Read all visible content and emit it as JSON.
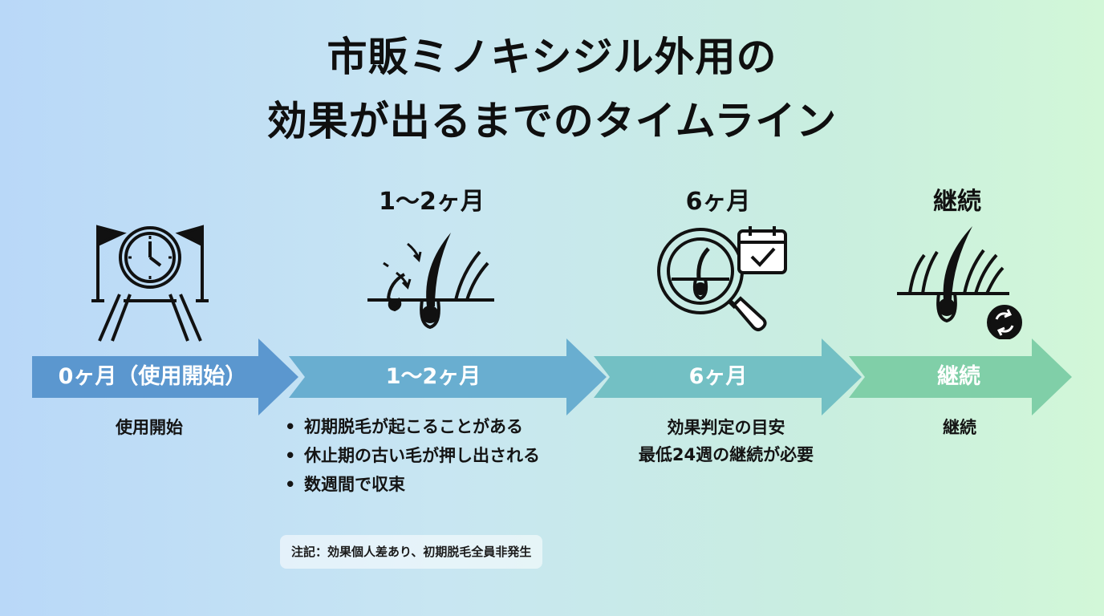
{
  "title": {
    "line1": "市販ミノキシジル外用の",
    "line2": "効果が出るまでのタイムライン"
  },
  "stages": [
    {
      "heading": "",
      "arrow_label": "0ヶ月（使用開始）",
      "description": [
        "使用開始"
      ],
      "icon": "clock-flags-icon",
      "arrow_color": "#5b97cf"
    },
    {
      "heading": "1〜2ヶ月",
      "arrow_label": "1〜2ヶ月",
      "bullets": [
        "初期脱毛が起こることがある",
        "休止期の古い毛が押し出される",
        "数週間で収束"
      ],
      "icon": "hair-shedding-icon",
      "arrow_color": "#69aed0"
    },
    {
      "heading": "6ヶ月",
      "arrow_label": "6ヶ月",
      "description": [
        "効果判定の目安",
        "最低24週の継続が必要"
      ],
      "icon": "magnifier-calendar-icon",
      "arrow_color": "#73c0c4"
    },
    {
      "heading": "継続",
      "arrow_label": "継続",
      "description": [
        "継続"
      ],
      "icon": "hair-cycle-icon",
      "arrow_color": "#80cfa8"
    }
  ],
  "note": "注記：効果個人差あり、初期脱毛全員非発生"
}
